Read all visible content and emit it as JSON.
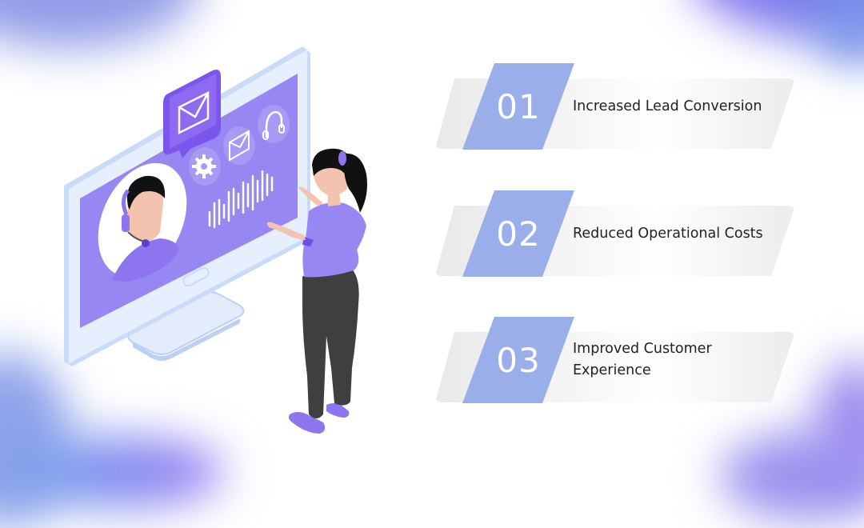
{
  "illustration": {
    "description": "Woman interacting with a large monitor showing a support agent with headset, envelope speech bubble, gear, mail and headphone icons, and an audio waveform",
    "icons": [
      "envelope-icon",
      "gear-icon",
      "mail-icon",
      "headphones-icon",
      "waveform-icon",
      "agent-avatar"
    ]
  },
  "benefits": [
    {
      "number": "01",
      "label": "Increased Lead Conversion"
    },
    {
      "number": "02",
      "label": "Reduced Operational Costs"
    },
    {
      "number": "03",
      "label": "Improved Customer Experience",
      "lines": [
        "Improved Customer",
        "Experience"
      ]
    }
  ],
  "colors": {
    "accent_purple": "#8f74f0",
    "number_badge": "#9aaee9",
    "text": "#222222",
    "pants": "#3f3f3f"
  }
}
